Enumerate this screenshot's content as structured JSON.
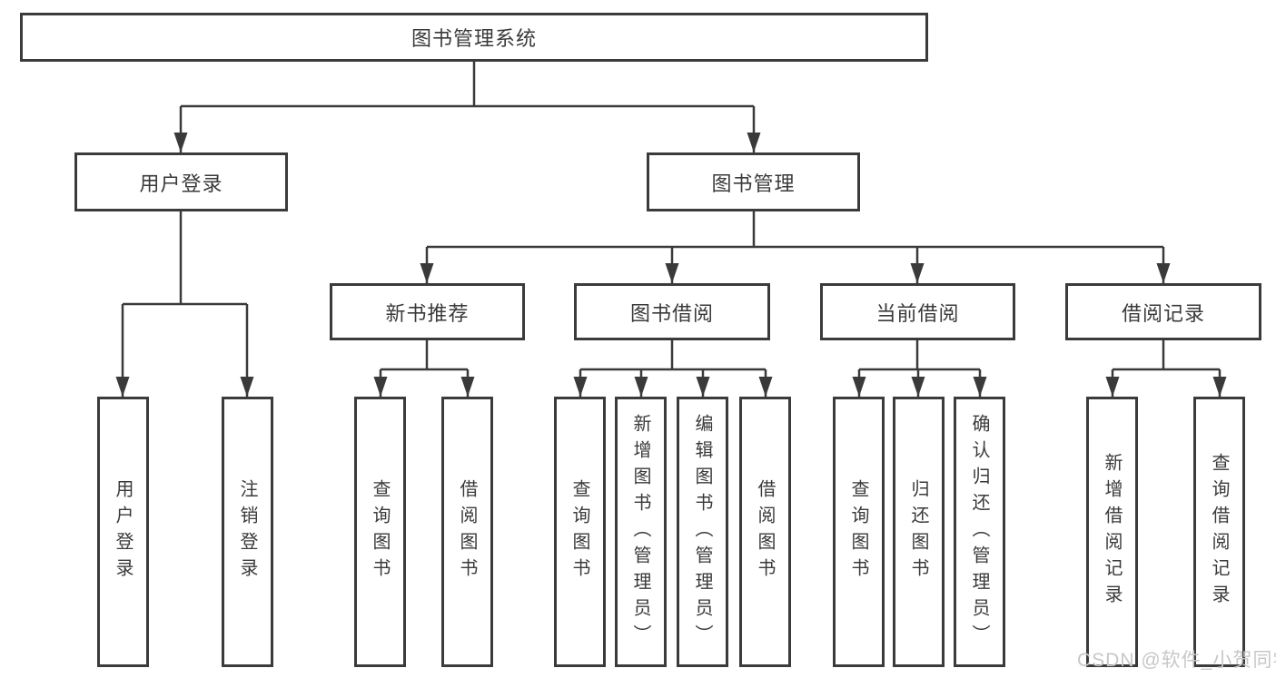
{
  "diagram": {
    "title": "图书管理系统",
    "level2": {
      "user_login_group": "用户登录",
      "book_management": "图书管理"
    },
    "level3": {
      "new_book_recommend": "新书推荐",
      "book_borrowing": "图书借阅",
      "current_borrowing": "当前借阅",
      "borrowing_records": "借阅记录"
    },
    "leaves": {
      "user_login": "用户登录",
      "logout_login": "注销登录",
      "nbr_query_books": "查询图书",
      "nbr_borrow_books": "借阅图书",
      "bb_query_books": "查询图书",
      "bb_add_books": "新增图书（管理员）",
      "bb_edit_books": "编辑图书（管理员）",
      "bb_borrow_books": "借阅图书",
      "cb_query_books": "查询图书",
      "cb_return_books": "归还图书",
      "cb_confirm_return": "确认归还（管理员）",
      "br_add_record": "新增借阅记录",
      "br_query_record": "查询借阅记录"
    }
  },
  "watermark": "CSDN @软件_小贺同学",
  "colors": {
    "line": "#3a3a3a",
    "box_border": "#3b3b3b",
    "text": "#3a3a3a",
    "watermark": "#c7c7c7",
    "background": "#ffffff"
  }
}
